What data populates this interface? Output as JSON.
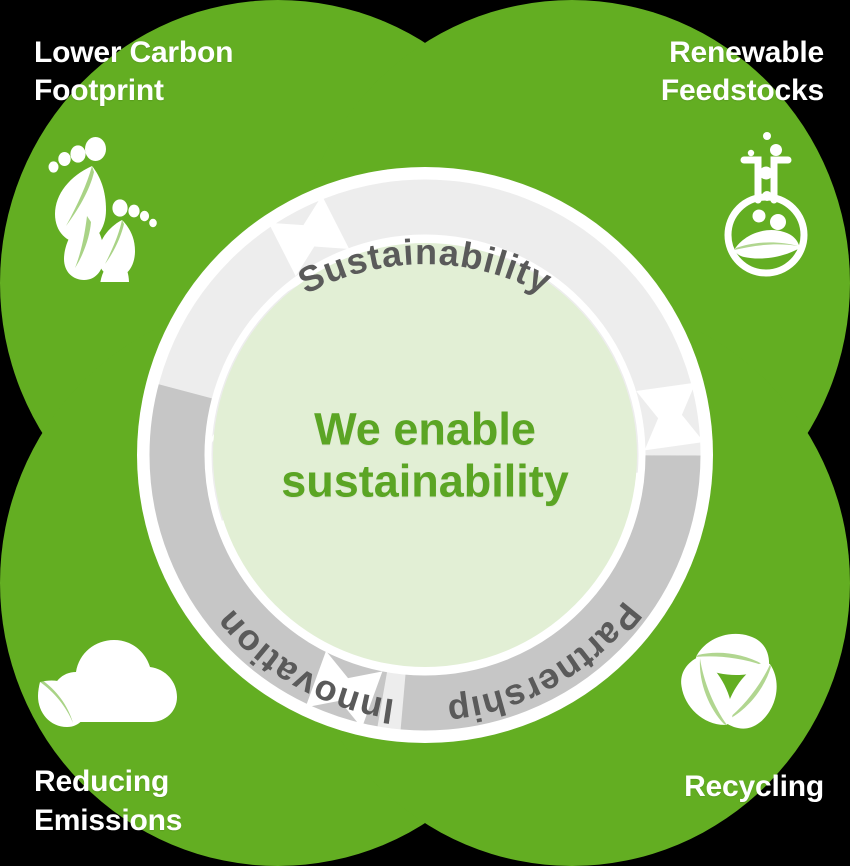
{
  "colors": {
    "background": "#000000",
    "petal_green": "#63AE22",
    "accent_green": "#5BA524",
    "center_fill": "#E2EFD5",
    "ring_light_gray": "#EDEDED",
    "ring_mid_gray": "#C6C6C6",
    "ring_separator": "#FFFFFF",
    "ring_label_text": "#5A5A5A",
    "quadrant_text": "#FFFFFF"
  },
  "center": {
    "headline": "We enable\nsustainability"
  },
  "ring": {
    "segments": [
      {
        "label": "Sustainability",
        "shade": "light",
        "position": "top"
      },
      {
        "label": "Partnership",
        "shade": "mid",
        "position": "bottom-right"
      },
      {
        "label": "Innovation",
        "shade": "mid",
        "position": "bottom-left"
      }
    ]
  },
  "quadrants": [
    {
      "id": "lower-carbon-footprint",
      "title": "Lower Carbon\nFootprint",
      "icon": "footprints-leaf-icon",
      "position": "top-left"
    },
    {
      "id": "renewable-feedstocks",
      "title": "Renewable\nFeedstocks",
      "icon": "flask-leaf-icon",
      "position": "top-right"
    },
    {
      "id": "reducing-emissions",
      "title": "Reducing\nEmissions",
      "icon": "cloud-leaf-icon",
      "position": "bottom-left"
    },
    {
      "id": "recycling",
      "title": "Recycling",
      "icon": "recycling-leaves-icon",
      "position": "bottom-right"
    }
  ]
}
